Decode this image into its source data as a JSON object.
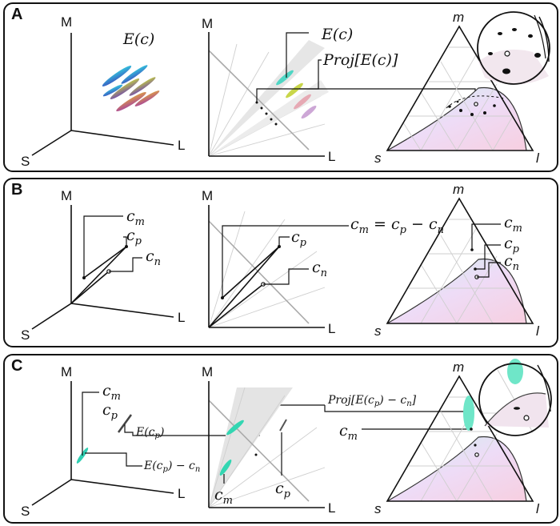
{
  "panels": {
    "a": {
      "letter": "A",
      "axes": {
        "M": "M",
        "S": "S",
        "L": "L"
      },
      "tri": {
        "m": "m",
        "s": "s",
        "l": "l"
      },
      "label_ec": "E(c)",
      "label_ec2": "E(c)",
      "label_proj": "Proj[E(c)]"
    },
    "b": {
      "letter": "B",
      "axes": {
        "M": "M",
        "S": "S",
        "L": "L"
      },
      "tri": {
        "m": "m",
        "s": "s",
        "l": "l"
      },
      "cm": "c",
      "cm_sub": "m",
      "cp": "c",
      "cp_sub": "p",
      "cn": "c",
      "cn_sub": "n",
      "eq": "c",
      "eq_rest": " = c",
      "eq_rest2": " − c",
      "cm2": "c",
      "cp2": "c",
      "cn2": "c",
      "cm3": "c",
      "cp3": "c",
      "cn3": "c"
    },
    "c": {
      "letter": "C",
      "axes": {
        "M": "M",
        "S": "S",
        "L": "L"
      },
      "tri": {
        "m": "m",
        "s": "s",
        "l": "l"
      },
      "cm": "c",
      "cm_sub": "m",
      "cp": "c",
      "cp_sub": "p",
      "ecp": "E(c",
      "ecp_close": ")",
      "ecp_minus": "E(c",
      "ecp_minus_close": ") − c",
      "proj": "Proj[E(c",
      "proj_mid": ") − c",
      "proj_close": "]",
      "cm_b": "c",
      "cp_b": "c",
      "cm_t": "c"
    }
  }
}
